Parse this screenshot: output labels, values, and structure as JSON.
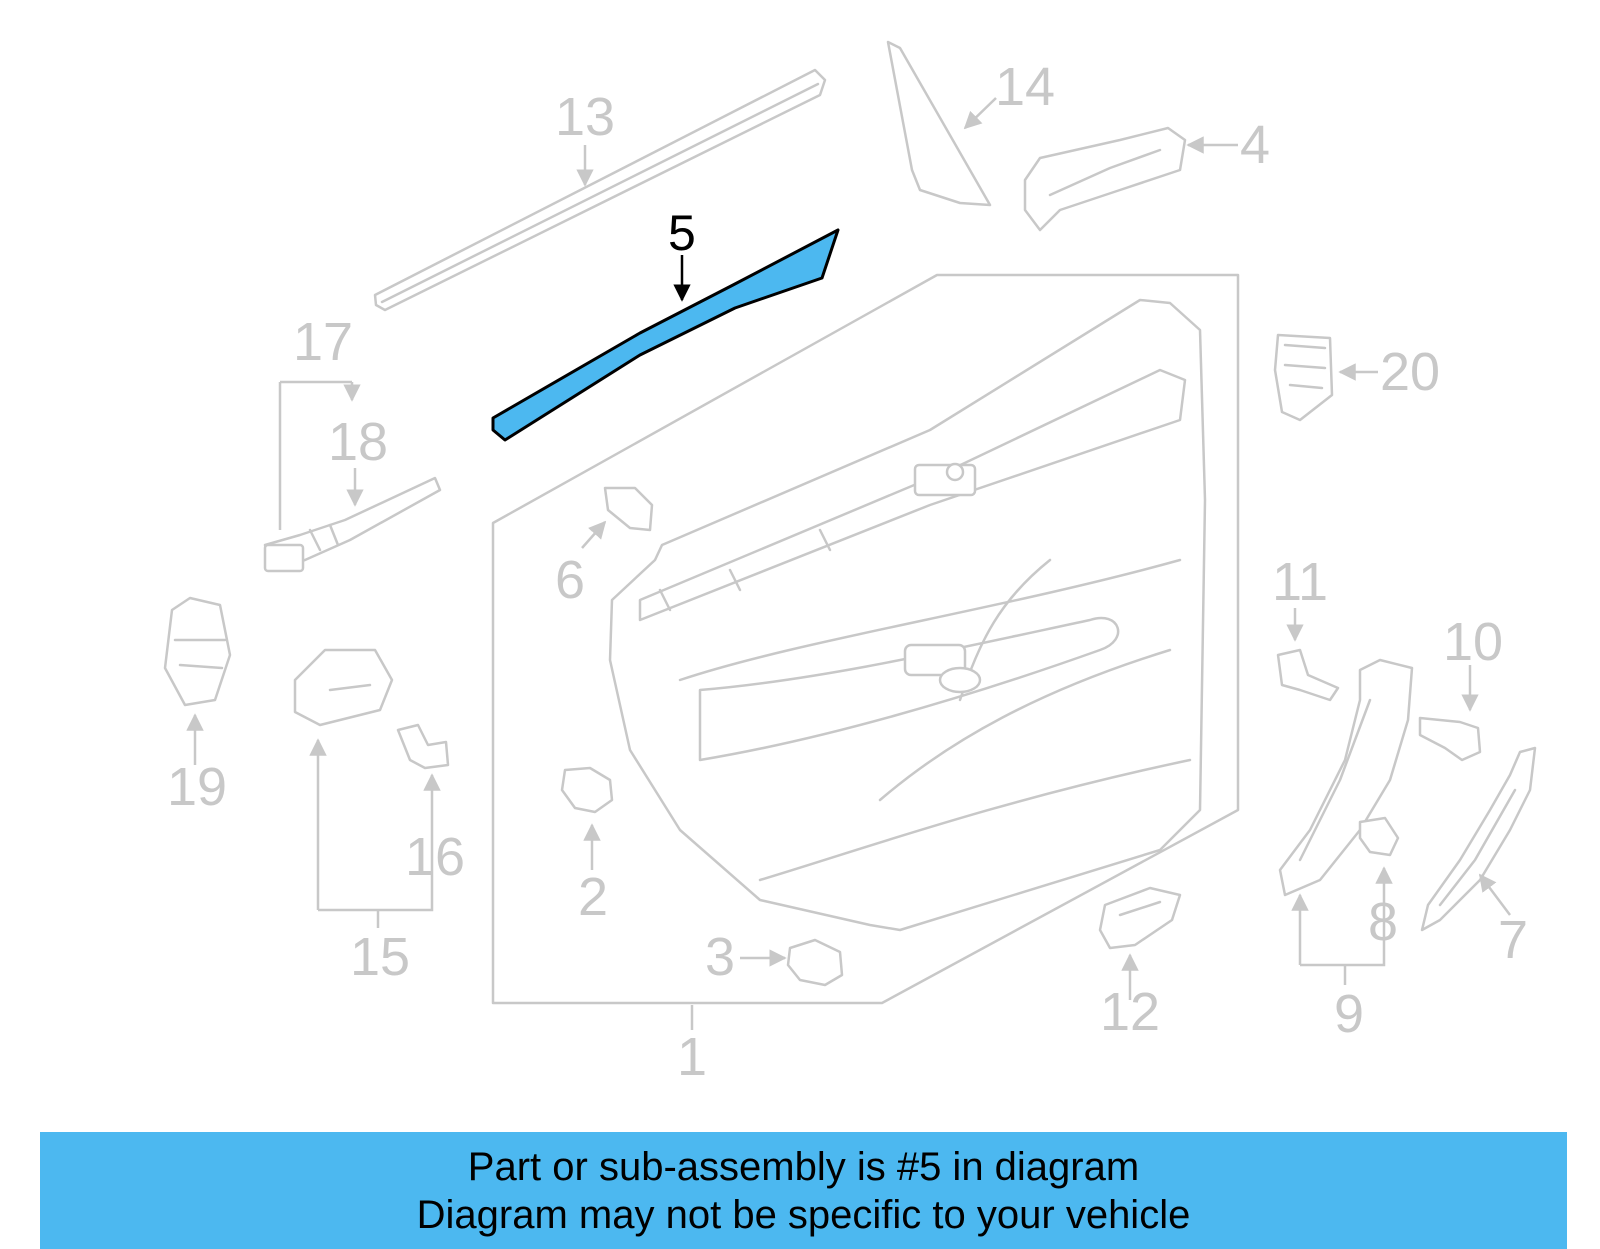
{
  "highlight": {
    "part_number": "5",
    "color": "#4cb8f0"
  },
  "callouts": {
    "c1": "1",
    "c2": "2",
    "c3": "3",
    "c4": "4",
    "c5": "5",
    "c6": "6",
    "c7": "7",
    "c8": "8",
    "c9": "9",
    "c10": "10",
    "c11": "11",
    "c12": "12",
    "c13": "13",
    "c14": "14",
    "c15": "15",
    "c16": "16",
    "c17": "17",
    "c18": "18",
    "c19": "19",
    "c20": "20"
  },
  "banner": {
    "line1": "Part or sub-assembly is #5 in diagram",
    "line2": "Diagram may not be specific to your vehicle"
  },
  "colors": {
    "line_art": "#c8c8c8",
    "banner": "#4cb8f0",
    "text": "#000000"
  }
}
